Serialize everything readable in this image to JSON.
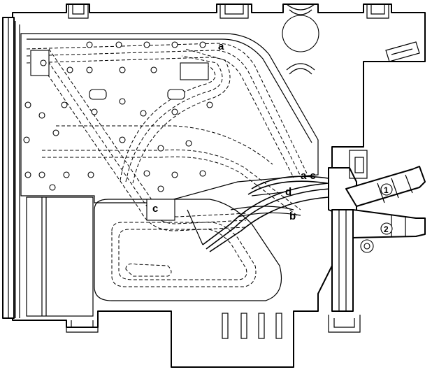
{
  "labels": {
    "a": "a",
    "ac": "a-c",
    "b": "b",
    "c": "c",
    "d": "d",
    "n1": "1",
    "n2": "2"
  },
  "colors": {
    "line": "#000000",
    "background": "#ffffff"
  }
}
